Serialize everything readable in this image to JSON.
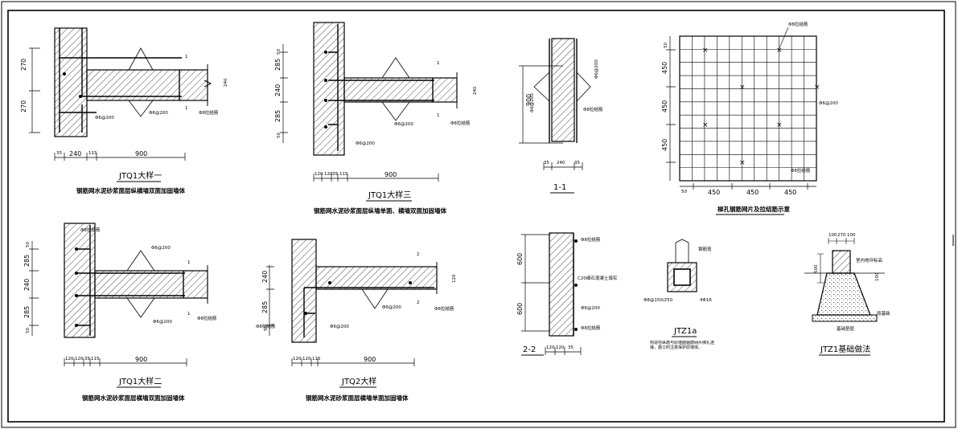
{
  "details": {
    "d1": {
      "title": "JTQ1大样一",
      "caption": "钢筋网水泥砂浆面层纵横墙双面加固墙体",
      "dims_h": [
        "35",
        "240",
        "115",
        "900"
      ],
      "dims_v": [
        "270",
        "270"
      ],
      "rebar_a": "Φ6@200",
      "rebar_b": "Φ6@200",
      "tie": "Φ8拉结筋",
      "sec": "1",
      "thk": "240",
      "sec_b": "1"
    },
    "d3": {
      "title": "JTQ1大样三",
      "caption": "钢筋网水泥砂浆面层纵墙单面、横墙双面加固墙体",
      "dims_h": [
        "120",
        "120",
        "35",
        "115",
        "900"
      ],
      "dims_v": [
        "50",
        "285",
        "240",
        "285",
        "50"
      ],
      "rebar_a": "Φ6@200",
      "rebar_b": "Φ6@200",
      "tie": "Φ8拉结筋",
      "sec": "1",
      "thk": "240",
      "sec_b": "1"
    },
    "s11": {
      "title": "1-1",
      "dim_v": "900",
      "rebar_a": "Φ6@200",
      "rebar_b": "Φ6@200",
      "tie": "Φ8拉结筋",
      "dims_h": [
        "35",
        "240",
        "35"
      ]
    },
    "grid": {
      "title": "梯孔钢筋网片及拉结筋示意",
      "tie": "Φ8拉结筋",
      "rebar": "Φ6@200",
      "left_labels": [
        "50",
        "450",
        "450",
        "450"
      ],
      "bottom_labels": [
        "50",
        "450",
        "450",
        "450"
      ]
    },
    "d2": {
      "title": "JTQ1大样二",
      "caption": "钢筋网水泥砂浆面层横墙双面加固墙体",
      "dims_h": [
        "120",
        "120",
        "35",
        "115",
        "900"
      ],
      "dims_v": [
        "50",
        "285",
        "240",
        "285",
        "50"
      ],
      "rebar_a": "Φ6@200",
      "rebar_b": "Φ6@200",
      "tie": "Φ8拉结筋",
      "tie_b": "Φ8拉结筋",
      "sec": "1",
      "sec_b": "1"
    },
    "q2": {
      "title": "JTQ2大样",
      "caption": "钢筋网水泥砂浆面层横墙单面加固墙体",
      "dims_h": [
        "120",
        "120",
        "115",
        "900"
      ],
      "dims_v": [
        "240",
        "285",
        "50"
      ],
      "rebar_a": "Φ6@200",
      "rebar_b": "Φ6@200",
      "tie": "Φ8拉结筋",
      "tie_b": "Φ8拉结筋",
      "sec": "2",
      "thk": "120",
      "sec_b": "2"
    },
    "s22": {
      "title": "2-2",
      "dims_v": [
        "600",
        "600"
      ],
      "tie": "Φ8拉结筋",
      "note": "C20细石混凝土填实",
      "rebar": "Φ6@200",
      "tie_b": "Φ8拉结筋",
      "dims_h": [
        "120",
        "120",
        "35"
      ]
    },
    "jtz1a": {
      "title": "JTZ1a",
      "rebar_a": "Φ8@150/250",
      "rebar_b": "4Φ16",
      "tag": "钢筋笼",
      "note": "构造柱纵筋与原墙面钢筋网片绑扎连接，施工时注意保护原墙体。"
    },
    "jtz1": {
      "title": "JTZ1基础做法",
      "dims_top": [
        "100",
        "270",
        "100"
      ],
      "dim_v": [
        "500",
        "100"
      ],
      "note_a": "室内地坪标高",
      "note_b": "原基础",
      "note_c": "基础垫层"
    }
  }
}
